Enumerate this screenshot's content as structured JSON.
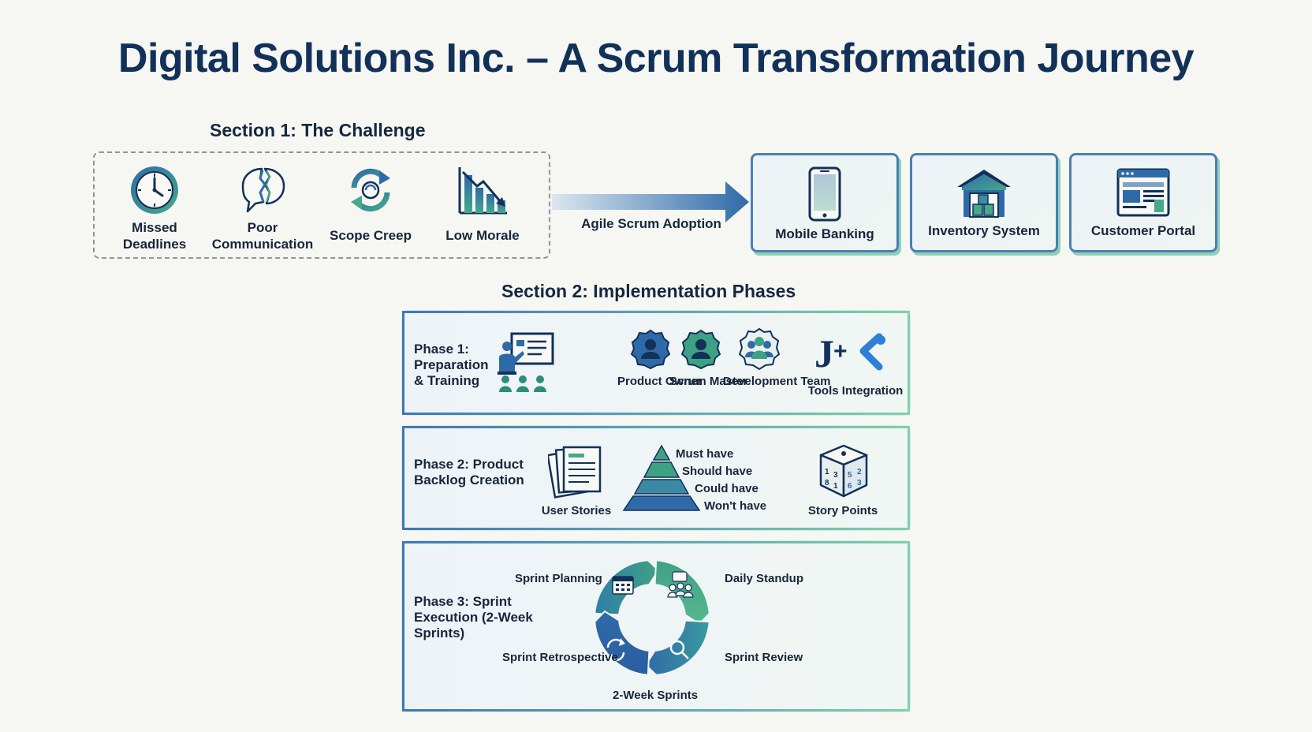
{
  "title": "Digital Solutions Inc. – A Scrum Transformation Journey",
  "section1": {
    "title": "Section 1: The Challenge",
    "challenges": [
      {
        "label": "Missed Deadlines",
        "icon": "clock-icon"
      },
      {
        "label": "Poor Communication",
        "icon": "broken-speech-bubble-icon"
      },
      {
        "label": "Scope Creep",
        "icon": "refresh-cycle-icon"
      },
      {
        "label": "Low Morale",
        "icon": "declining-chart-icon"
      }
    ],
    "arrow_label": "Agile Scrum Adoption",
    "projects": [
      {
        "label": "Mobile Banking",
        "icon": "smartphone-icon"
      },
      {
        "label": "Inventory System",
        "icon": "warehouse-icon"
      },
      {
        "label": "Customer Portal",
        "icon": "browser-window-icon"
      }
    ]
  },
  "section2": {
    "title": "Section 2: Implementation Phases",
    "phase1": {
      "label": "Phase 1: Preparation & Training",
      "roles": [
        {
          "label": "Product Owner",
          "icon": "person-badge-icon"
        },
        {
          "label": "Scrum Master",
          "icon": "person-badge-icon"
        },
        {
          "label": "Development Team",
          "icon": "team-badge-icon"
        }
      ],
      "tools_label": "Tools Integration",
      "tools_icon": "jira-confluence-icon"
    },
    "phase2": {
      "label": "Phase 2: Product Backlog Creation",
      "user_stories_label": "User Stories",
      "priorities": [
        "Must have",
        "Should have",
        "Could have",
        "Won't have"
      ],
      "story_points_label": "Story Points"
    },
    "phase3": {
      "label": "Phase 3: Sprint Execution (2-Week Sprints)",
      "events": [
        "Sprint Planning",
        "Daily Standup",
        "Sprint Review",
        "Sprint Retrospective"
      ],
      "cycle_label": "2-Week Sprints"
    }
  },
  "colors": {
    "navy": "#123159",
    "blue": "#2f6aa8",
    "teal": "#2e8c7c",
    "green": "#56b88e"
  }
}
